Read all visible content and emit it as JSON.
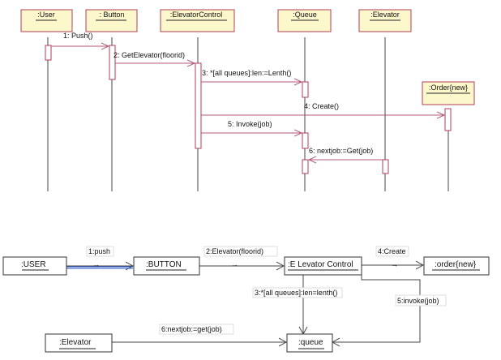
{
  "sequence_diagram": {
    "lifelines": [
      {
        "name": ":User"
      },
      {
        "name": ": Button"
      },
      {
        "name": ":ElevatorControl"
      },
      {
        "name": ":Queue"
      },
      {
        "name": ":Elevator"
      },
      {
        "name": ":Order{new}"
      }
    ],
    "messages": [
      {
        "label": "1: Push()"
      },
      {
        "label": "2: GetElevator(floorid)"
      },
      {
        "label": "3: *[all queues]:len:=Lenth()"
      },
      {
        "label": "4: Create()"
      },
      {
        "label": "5: Invoke(job)"
      },
      {
        "label": "6: nextjob:=Get(job)"
      }
    ]
  },
  "collaboration_diagram": {
    "objects": [
      {
        "name": ":USER"
      },
      {
        "name": ":BUTTON"
      },
      {
        "name": ":E Levator Control"
      },
      {
        "name": ":order{new}"
      },
      {
        "name": ":Elevator"
      },
      {
        "name": ":queue"
      }
    ],
    "messages": [
      {
        "label": "1:push"
      },
      {
        "label": "2:Elevator(floorid)"
      },
      {
        "label": "3:*[all queues]:len=lenth()"
      },
      {
        "label": "4:Create"
      },
      {
        "label": "5:invoke(job)"
      },
      {
        "label": "6:nextjob:=get(job)"
      }
    ],
    "direction_arrow": "→"
  },
  "colors": {
    "lifeline_box_fill": "#fdf7cc",
    "lifeline_box_border": "#b03c5a",
    "message_line": "#b05a7a",
    "lifeline": "#444444",
    "collab_line": "#444444",
    "link_blue": "#2255cc"
  }
}
